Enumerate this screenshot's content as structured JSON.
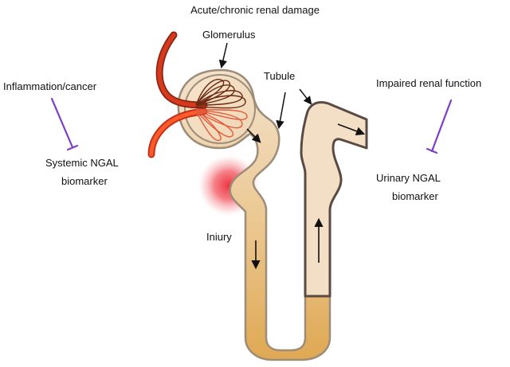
{
  "labels": {
    "top": "Acute/chronic renal damage",
    "glomerulus": "Glomerulus",
    "tubule": "Tubule",
    "injury": "Iniury",
    "left_cause": "Inflammation/cancer",
    "left_marker_line1": "Systemic NGAL",
    "left_marker_line2": "biomarker",
    "right_cause": "Impaired renal function",
    "right_marker_line1": "Urinary NGAL",
    "right_marker_line2": "biomarker"
  },
  "colors": {
    "inhibit_arrow": "#7b3fc8",
    "tissue_light": "#f3dfc6",
    "tissue_dark": "#dfae5e",
    "outline": "#9c8c78",
    "outline_dark": "#5a4a43",
    "artery": "#cf3a1e",
    "injury_glow": "#ee3340"
  }
}
